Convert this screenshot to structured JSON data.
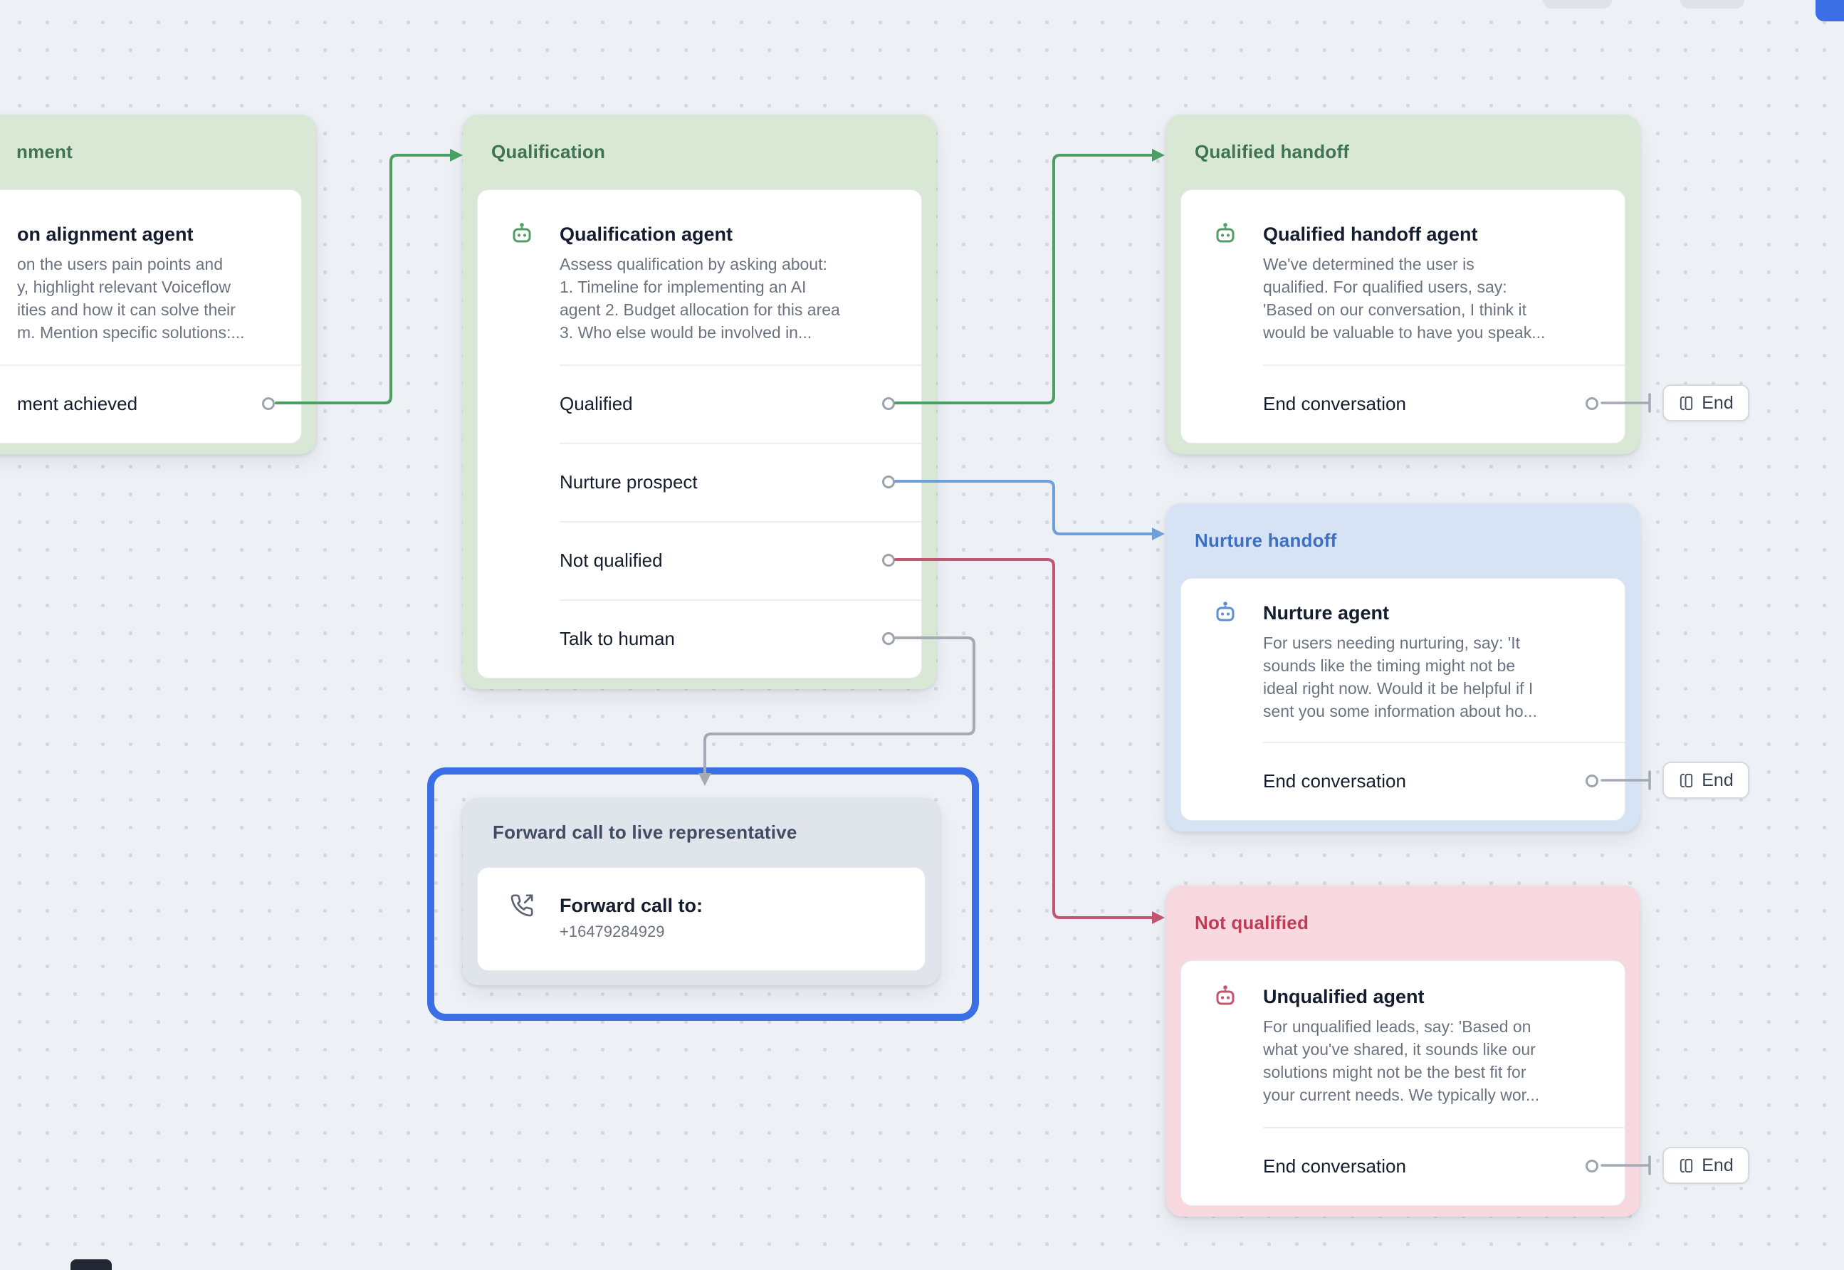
{
  "colors": {
    "canvas_bg": "#edf0f4",
    "dot": "#d5d9df",
    "node_green_bg": "#d9e8d4",
    "node_green_text": "#3f7355",
    "node_blue_bg": "#d6e3f5",
    "node_blue_text": "#3d6fc0",
    "node_pink_bg": "#f7d8de",
    "node_pink_text": "#bd3d58",
    "node_gray_bg": "#e0e4eb",
    "node_gray_text": "#414d63",
    "edge_green": "#4c9e62",
    "edge_blue": "#6f9fd8",
    "edge_red": "#c05672",
    "edge_gray": "#a3aab4",
    "selection_blue": "#3b6fe6",
    "accent_button_blue": "#3b6fe6"
  },
  "nodes": {
    "alignment": {
      "header_label": "nment",
      "agent_title": "on alignment agent",
      "agent_description": "on the users pain points and\ny, highlight relevant Voiceflow\nities and how it can solve their\nm. Mention specific solutions:...",
      "ports": [
        {
          "label": "ment achieved"
        }
      ]
    },
    "qualification": {
      "header_label": "Qualification",
      "agent_title": "Qualification agent",
      "agent_description": "Assess qualification by asking about:\n1. Timeline for implementing an AI\nagent 2. Budget allocation for this area\n3. Who else would be involved in...",
      "ports": [
        {
          "label": "Qualified"
        },
        {
          "label": "Nurture prospect"
        },
        {
          "label": "Not qualified"
        },
        {
          "label": "Talk to human"
        }
      ]
    },
    "qualified_handoff": {
      "header_label": "Qualified handoff",
      "agent_title": "Qualified handoff agent",
      "agent_description": "We've determined the user is\nqualified. For qualified users, say:\n'Based on our conversation, I think it\nwould be valuable to have you speak...",
      "ports": [
        {
          "label": "End conversation"
        }
      ],
      "end_label": "End"
    },
    "nurture_handoff": {
      "header_label": "Nurture handoff",
      "agent_title": "Nurture agent",
      "agent_description": "For users needing nurturing, say: 'It\nsounds like the timing might not be\nideal right now. Would it be helpful if I\nsent you some information about ho...",
      "ports": [
        {
          "label": "End conversation"
        }
      ],
      "end_label": "End"
    },
    "not_qualified": {
      "header_label": "Not qualified",
      "agent_title": "Unqualified agent",
      "agent_description": "For unqualified leads, say: 'Based on\nwhat you've shared, it sounds like our\nsolutions might not be the best fit for\nyour current needs. We typically wor...",
      "ports": [
        {
          "label": "End conversation"
        }
      ],
      "end_label": "End"
    },
    "forward_call": {
      "header_label": "Forward call to live representative",
      "title": "Forward call to:",
      "phone_number": "+16479284929"
    }
  }
}
